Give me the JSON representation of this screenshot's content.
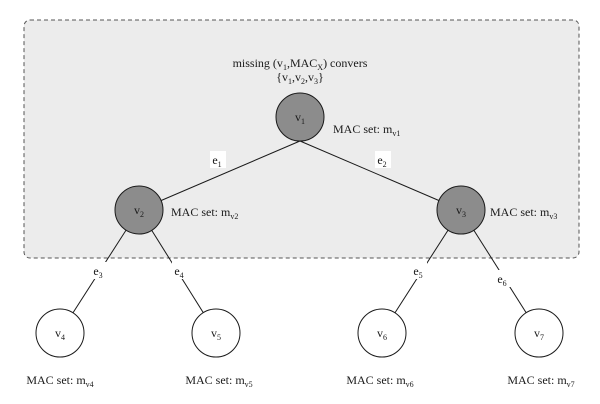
{
  "note": {
    "line1": {
      "a": "missing (v",
      "a_sub": "1",
      "b": ",MAC",
      "b_sub": "X",
      "c": ") convers"
    },
    "line2": {
      "a": "{v",
      "a_sub": "1",
      "b": ",v",
      "b_sub": "2",
      "c": ",v",
      "c_sub": "3",
      "d": "}"
    }
  },
  "nodes": [
    {
      "id": "v1",
      "base": "v",
      "sub": "1",
      "mac": "MAC set: m",
      "mac_sub": "v1",
      "fill": "#8c8c8c"
    },
    {
      "id": "v2",
      "base": "v",
      "sub": "2",
      "mac": "MAC set: m",
      "mac_sub": "v2",
      "fill": "#8c8c8c"
    },
    {
      "id": "v3",
      "base": "v",
      "sub": "3",
      "mac": "MAC set: m",
      "mac_sub": "v3",
      "fill": "#8c8c8c"
    },
    {
      "id": "v4",
      "base": "v",
      "sub": "4",
      "mac": "MAC set: m",
      "mac_sub": "v4",
      "fill": "#ffffff"
    },
    {
      "id": "v5",
      "base": "v",
      "sub": "5",
      "mac": "MAC set: m",
      "mac_sub": "v5",
      "fill": "#ffffff"
    },
    {
      "id": "v6",
      "base": "v",
      "sub": "6",
      "mac": "MAC set: m",
      "mac_sub": "v6",
      "fill": "#ffffff"
    },
    {
      "id": "v7",
      "base": "v",
      "sub": "7",
      "mac": "MAC set: m",
      "mac_sub": "v7",
      "fill": "#ffffff"
    }
  ],
  "edges": [
    {
      "id": "e1",
      "base": "e",
      "sub": "1",
      "from": "v1",
      "to": "v2"
    },
    {
      "id": "e2",
      "base": "e",
      "sub": "2",
      "from": "v1",
      "to": "v3"
    },
    {
      "id": "e3",
      "base": "e",
      "sub": "3",
      "from": "v2",
      "to": "v4"
    },
    {
      "id": "e4",
      "base": "e",
      "sub": "4",
      "from": "v2",
      "to": "v5"
    },
    {
      "id": "e5",
      "base": "e",
      "sub": "5",
      "from": "v3",
      "to": "v6"
    },
    {
      "id": "e6",
      "base": "e",
      "sub": "6",
      "from": "v3",
      "to": "v7"
    }
  ],
  "colors": {
    "region_fill": "#ececec",
    "region_stroke": "#555555",
    "line": "#1a1a1a"
  }
}
